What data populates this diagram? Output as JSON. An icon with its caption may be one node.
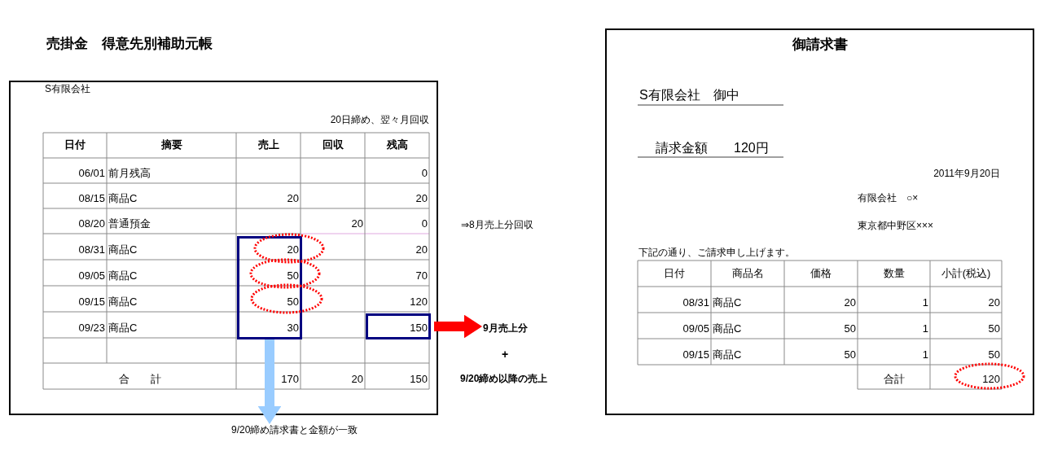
{
  "diagram": {
    "nodes": [
      {
        "text": [
          "売掛金　得意先別補助元帳"
        ]
      },
      {
        "text": [],
        "shape": "box",
        "in": 0
      },
      {
        "text": [],
        "shape": "box",
        "in": 0
      },
      {
        "text": [
          "9月売上分"
        ]
      },
      {
        "text": [
          "9/20締め請求書と金額が一致"
        ]
      },
      {
        "text": [
          "御請求書"
        ]
      }
    ],
    "edges": [
      {
        "from": 2,
        "to": 3,
        "arrow": "to",
        "color": "#ff0000"
      },
      {
        "from": 1,
        "to": 4,
        "arrow": "to",
        "color": "#99ccff"
      }
    ],
    "labels": [
      "S有限会社",
      "20日締め、翌々月回収",
      "日付",
      "摘要",
      "売上",
      "回収",
      "残高",
      "06/01",
      "前月残高",
      "0",
      "08/15",
      "商品C",
      "20",
      "20",
      "08/20",
      "普通預金",
      "20",
      "0",
      "08/31",
      "商品C",
      "20",
      "20",
      "09/05",
      "商品C",
      "50",
      "70",
      "09/15",
      "商品C",
      "50",
      "120",
      "09/23",
      "商品C",
      "30",
      "150",
      "合　　計",
      "170",
      "20",
      "150",
      "⇒8月売上分回収",
      "+",
      "9/20締め以降の売上",
      "S有限会社　御中",
      "請求金額　　120円",
      "2011年9月20日",
      "有限会社　○×",
      "東京都中野区×××",
      "下記の通り、ご請求申し上げます。",
      "日付",
      "商品名",
      "価格",
      "数量",
      "小計(税込)",
      "08/31",
      "商品C",
      "20",
      "1",
      "20",
      "09/05",
      "商品C",
      "50",
      "1",
      "50",
      "09/15",
      "商品C",
      "50",
      "1",
      "50",
      "合計",
      "120"
    ]
  }
}
